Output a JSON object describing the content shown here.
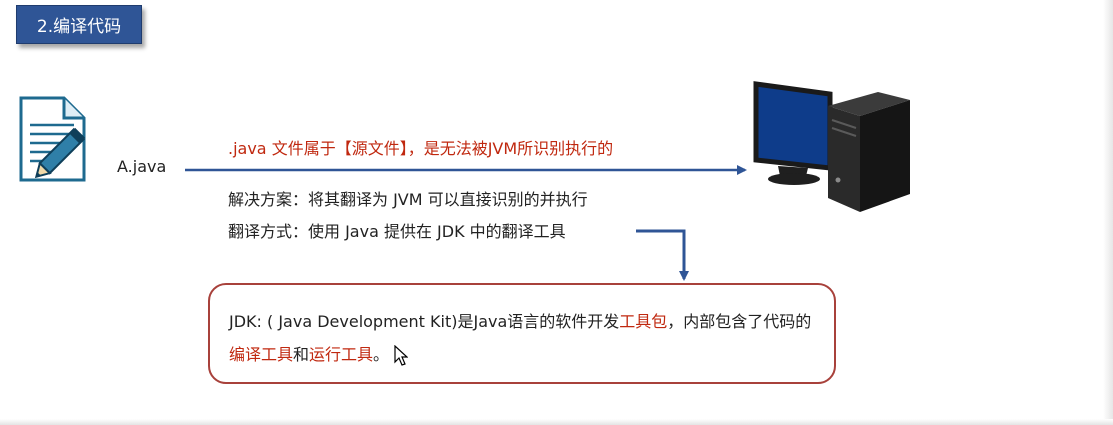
{
  "title": "2.编译代码",
  "file_name": "A.java",
  "arrow_caption": ".java 文件属于【源文件】，是无法被JVM所识别执行的",
  "solution_line": "解决方案：将其翻译为 JVM 可以直接识别的并执行",
  "method_line": "翻译方式：使用 Java 提供在 JDK 中的翻译工具",
  "jdk_box": {
    "part1": "JDK: ( Java Development Kit)是Java语言的软件开发",
    "hl1": "工具包",
    "part2": "，内部包含了代码的",
    "hl2": "编译工具",
    "part3": "和",
    "hl3": "运行工具",
    "part4": "。"
  },
  "colors": {
    "title_bg": "#2f5596",
    "highlight_red": "#c0280f",
    "arrow_blue": "#2f5596",
    "box_border": "#a8413b"
  },
  "icons": [
    "document-edit-icon",
    "computer-icon",
    "mouse-cursor-icon"
  ]
}
